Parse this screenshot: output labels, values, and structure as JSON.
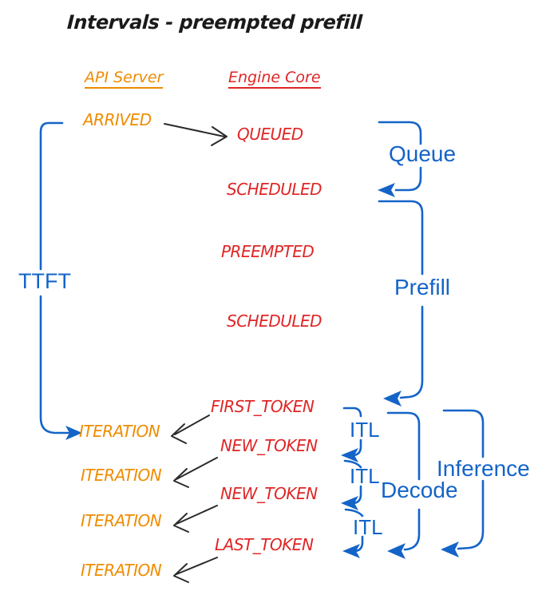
{
  "title": "Intervals - preempted prefill",
  "columns": {
    "api_server": "API Server",
    "engine_core": "Engine Core"
  },
  "api_events": {
    "arrived": "ARRIVED",
    "iteration1": "ITERATION",
    "iteration2": "ITERATION",
    "iteration3": "ITERATION",
    "iteration4": "ITERATION"
  },
  "engine_events": {
    "queued": "QUEUED",
    "scheduled1": "SCHEDULED",
    "preempted": "PREEMPTED",
    "scheduled2": "SCHEDULED",
    "first_token": "FIRST_TOKEN",
    "new_token1": "NEW_TOKEN",
    "new_token2": "NEW_TOKEN",
    "last_token": "LAST_TOKEN"
  },
  "intervals": {
    "ttft": "TTFT",
    "queue": "Queue",
    "prefill": "Prefill",
    "itl1": "ITL",
    "itl2": "ITL",
    "itl3": "ITL",
    "decode": "Decode",
    "inference": "Inference"
  },
  "colors": {
    "orange": "#ef8c00",
    "red": "#e02525",
    "blue": "#1464c8",
    "ink": "#2b2b2b",
    "bg": "#ffffff"
  }
}
